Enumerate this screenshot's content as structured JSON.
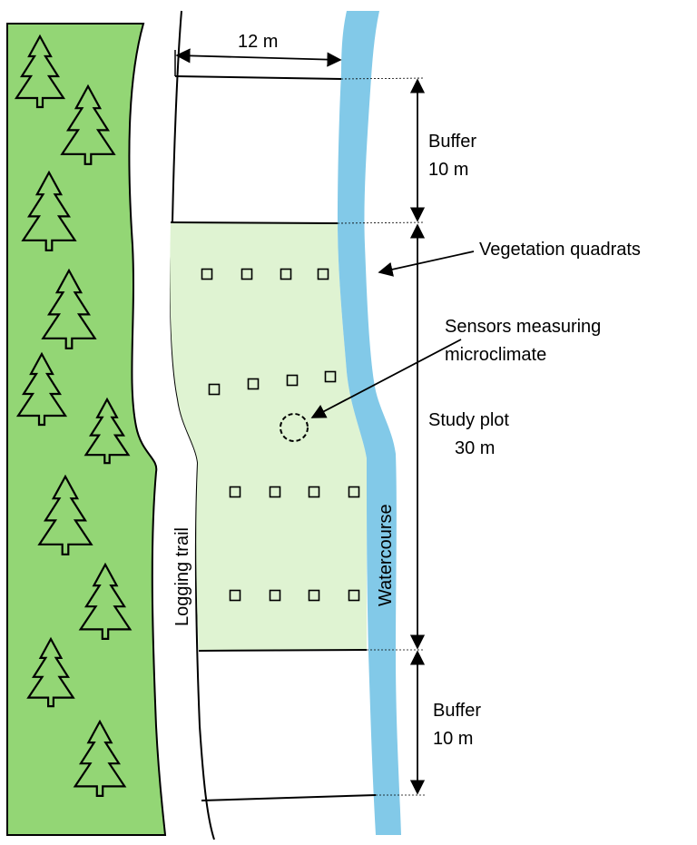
{
  "labels": {
    "width": "12 m",
    "buffer_top_title": "Buffer",
    "buffer_top_length": "10 m",
    "buffer_bottom_title": "Buffer",
    "buffer_bottom_length": "10 m",
    "plot_title": "Study plot",
    "plot_length": "30 m",
    "quadrats": "Vegetation quadrats",
    "sensors_line1": "Sensors measuring",
    "sensors_line2": "microclimate",
    "trail": "Logging trail",
    "watercourse": "Watercourse"
  },
  "colors": {
    "forest": "#93d675",
    "plot": "#dff3d2",
    "water": "#82c9e8"
  },
  "quadrats": [
    {
      "row": 1,
      "count": 4
    },
    {
      "row": 2,
      "count": 4
    },
    {
      "row": 3,
      "count": 4
    },
    {
      "row": 4,
      "count": 4
    }
  ],
  "trees": {
    "count": 10
  }
}
